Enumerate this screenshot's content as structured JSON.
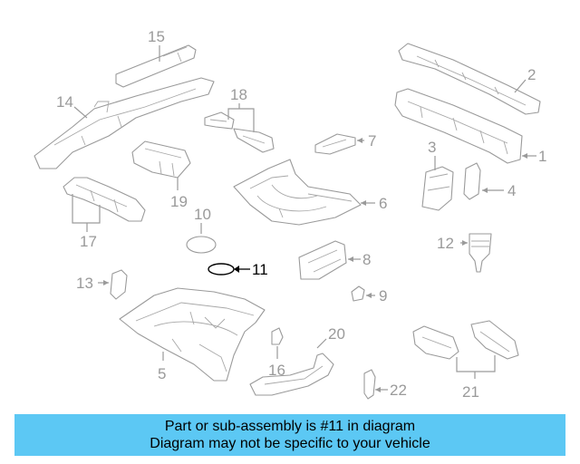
{
  "callouts": {
    "c1": "1",
    "c2": "2",
    "c3": "3",
    "c4": "4",
    "c5": "5",
    "c6": "6",
    "c7": "7",
    "c8": "8",
    "c9": "9",
    "c10": "10",
    "c11": "11",
    "c12": "12",
    "c13": "13",
    "c14": "14",
    "c15": "15",
    "c16": "16",
    "c17": "17",
    "c18": "18",
    "c19": "19",
    "c20": "20",
    "c21": "21",
    "c22": "22"
  },
  "highlighted_part": "11",
  "banner": {
    "line1": "Part or sub-assembly is #11 in diagram",
    "line2": "Diagram may not be specific to your vehicle",
    "background": "#5cc8f4"
  }
}
